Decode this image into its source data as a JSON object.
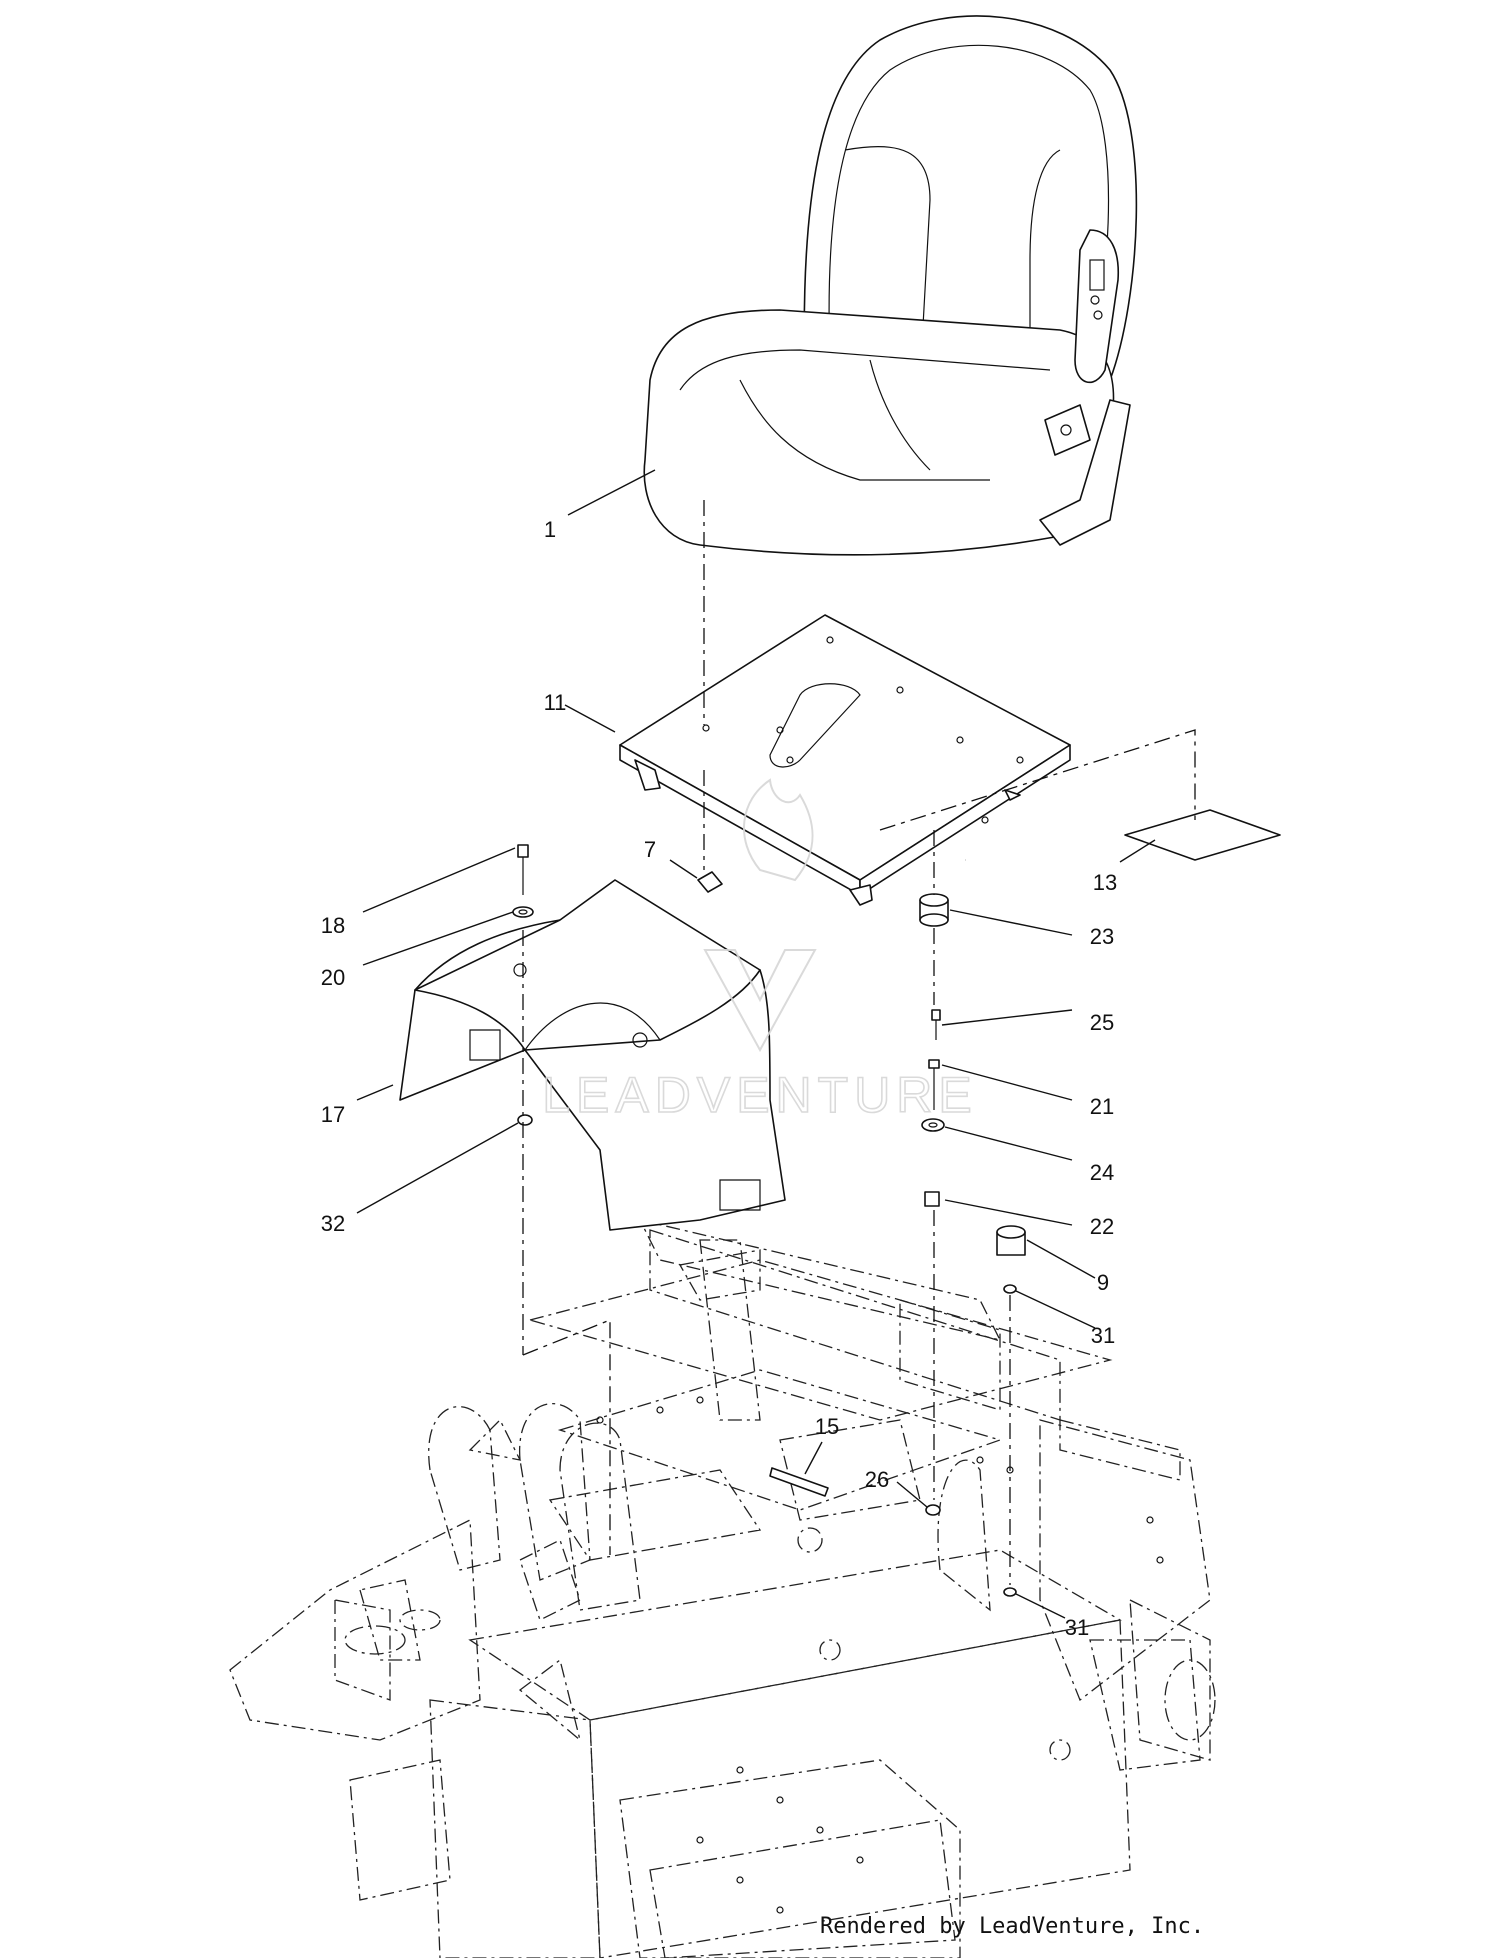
{
  "callouts": [
    "1",
    "11",
    "7",
    "13",
    "18",
    "20",
    "23",
    "25",
    "17",
    "21",
    "24",
    "32",
    "22",
    "9",
    "31",
    "15",
    "26",
    "31"
  ],
  "watermark": {
    "text": "LEADVENTURE"
  },
  "credit": "Rendered by LeadVenture, Inc.",
  "colors": {
    "line": "#111111",
    "watermark": "#d6d6d6",
    "background": "#ffffff"
  }
}
